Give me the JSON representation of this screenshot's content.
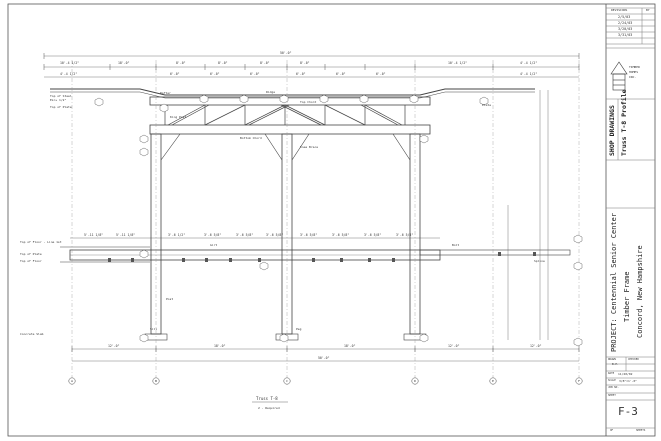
{
  "title_block": {
    "revisions_header": "REVISIONS",
    "revisions_col2": "BY",
    "revisions": [
      "2/5/03",
      "2/24/03",
      "3/20/03",
      "3/31/03"
    ],
    "logo_text": [
      "TIMBER",
      "HOMES",
      "INC."
    ],
    "sheet_heading": "SHOP DRAWINGS",
    "sheet_subject": "Truss T-8 Profile",
    "project_line1": "PROJECT: Centennial Senior Center",
    "project_line2": "Timber Frame",
    "project_line3": "Concord, New Hampshire",
    "drawn_label": "DRAWN",
    "drawn_value": "B.P.",
    "checked_label": "CHECKED",
    "date_label": "DATE",
    "date_value": "11/20/02",
    "scale_label": "SCALE",
    "scale_value": "3/8\"=1'-0\"",
    "job_label": "JOB NO.",
    "sheet_label": "SHEET",
    "sheet_number": "F-3",
    "of_label": "OF",
    "sheets_label": "SHEETS"
  },
  "drawing": {
    "caption": "Truss T-8",
    "caption_note": "2 - Required",
    "overall_dim_top": "50'-0\"",
    "overall_dim_bottom": "50'-0\"",
    "top_dims": [
      "10'-4 1/2\"",
      "18'-0\"",
      "8'-0\"",
      "8'-0\"",
      "8'-0\"",
      "8'-0\"",
      "10'-4 1/2\"",
      "4'-4 1/2\""
    ],
    "sub_dims": [
      "4'-4 1/2\"",
      "6'-0\"",
      "6'-0\"",
      "6'-0\"",
      "6'-0\"",
      "6'-0\"",
      "6'-0\"",
      "4'-4 1/2\""
    ],
    "girt_dims": [
      "5'-11 1/8\"",
      "5'-11 1/8\"",
      "3'-6 1/2\"",
      "3'-6 5/8\"",
      "3'-6 5/8\"",
      "3'-6 5/8\"",
      "3'-6 5/8\"",
      "3'-6 5/8\"",
      "3'-6 5/8\"",
      "3'-6 5/8\""
    ],
    "bottom_dims": [
      "12'-0\"",
      "18'-0\"",
      "18'-0\"",
      "12'-0\"",
      "12'-0\""
    ],
    "grid_bubbles": [
      "A",
      "B",
      "C",
      "D",
      "E",
      "F"
    ],
    "left_notes": [
      "Top of Steel",
      "EL=+ 1/2\"",
      "Top of Plate",
      "Top of Floor - Line 1st",
      "Top of Plate",
      "Top of Floor",
      "Concrete Slab"
    ],
    "labels": [
      "Rafter",
      "Ridge",
      "Top Chord",
      "King Post",
      "Bottom Chord",
      "Knee Brace",
      "Girt",
      "Post",
      "Bolt",
      "Plate",
      "Spline",
      "Sill",
      "Peg"
    ]
  }
}
